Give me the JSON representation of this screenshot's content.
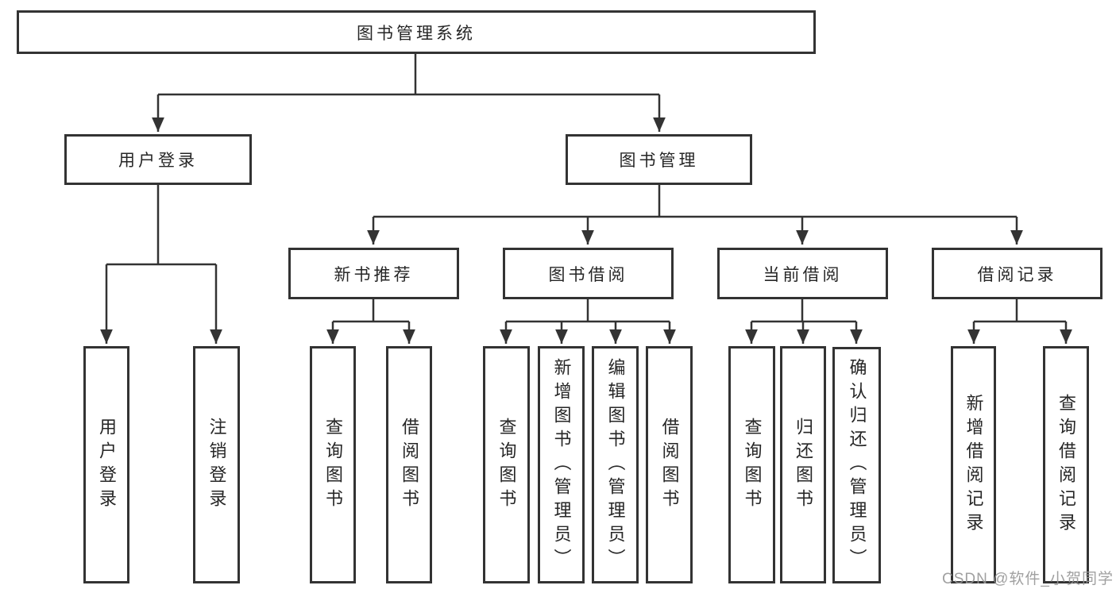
{
  "diagram": {
    "root": {
      "label": "图书管理系统"
    },
    "branches": [
      {
        "label": "用户登录",
        "children": [
          {
            "label": "用户登录"
          },
          {
            "label": "注销登录"
          }
        ]
      },
      {
        "label": "图书管理",
        "children": [
          {
            "label": "新书推荐",
            "children": [
              {
                "label": "查询图书"
              },
              {
                "label": "借阅图书"
              }
            ]
          },
          {
            "label": "图书借阅",
            "children": [
              {
                "label": "查询图书"
              },
              {
                "label": "新增图书（管理员）"
              },
              {
                "label": "编辑图书（管理员）"
              },
              {
                "label": "借阅图书"
              }
            ]
          },
          {
            "label": "当前借阅",
            "children": [
              {
                "label": "查询图书"
              },
              {
                "label": "归还图书"
              },
              {
                "label": "确认归还（管理员）"
              }
            ]
          },
          {
            "label": "借阅记录",
            "children": [
              {
                "label": "新增借阅记录"
              },
              {
                "label": "查询借阅记录"
              }
            ]
          }
        ]
      }
    ],
    "watermark": "CSDN @软件_小贺同学",
    "colors": {
      "line": "#333333",
      "text": "#262626",
      "background": "#ffffff",
      "watermark": "#969696"
    }
  }
}
